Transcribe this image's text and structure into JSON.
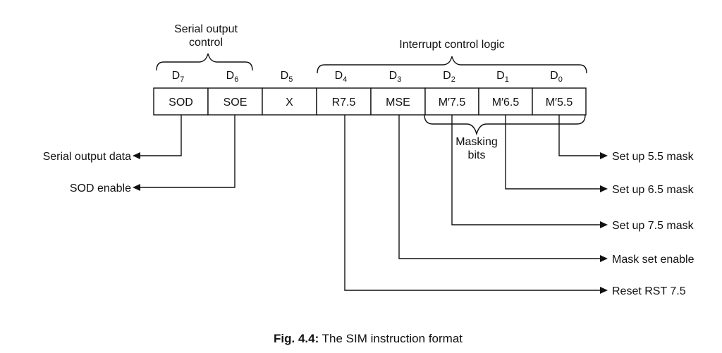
{
  "group_labels": {
    "serial_output_control": [
      "Serial output",
      "control"
    ],
    "interrupt_control_logic": "Interrupt control logic",
    "masking_bits": [
      "Masking",
      "bits"
    ]
  },
  "bits": [
    {
      "letter": "D",
      "sub": "7",
      "field": "SOD"
    },
    {
      "letter": "D",
      "sub": "6",
      "field": "SOE"
    },
    {
      "letter": "D",
      "sub": "5",
      "field": "X"
    },
    {
      "letter": "D",
      "sub": "4",
      "field": "R7.5"
    },
    {
      "letter": "D",
      "sub": "3",
      "field": "MSE"
    },
    {
      "letter": "D",
      "sub": "2",
      "field": "M′7.5"
    },
    {
      "letter": "D",
      "sub": "1",
      "field": "M′6.5"
    },
    {
      "letter": "D",
      "sub": "0",
      "field": "M′5.5"
    }
  ],
  "outputs_left": [
    {
      "from_bit": 0,
      "label": "Serial output data"
    },
    {
      "from_bit": 1,
      "label": "SOD enable"
    }
  ],
  "outputs_right": [
    {
      "from_bit": 7,
      "label": "Set up 5.5 mask"
    },
    {
      "from_bit": 6,
      "label": "Set up 6.5 mask"
    },
    {
      "from_bit": 5,
      "label": "Set up 7.5 mask"
    },
    {
      "from_bit": 4,
      "label": "Mask set enable"
    },
    {
      "from_bit": 3,
      "label": "Reset RST 7.5"
    }
  ],
  "caption": {
    "bold": "Fig. 4.4:",
    "text": " The SIM instruction format"
  }
}
